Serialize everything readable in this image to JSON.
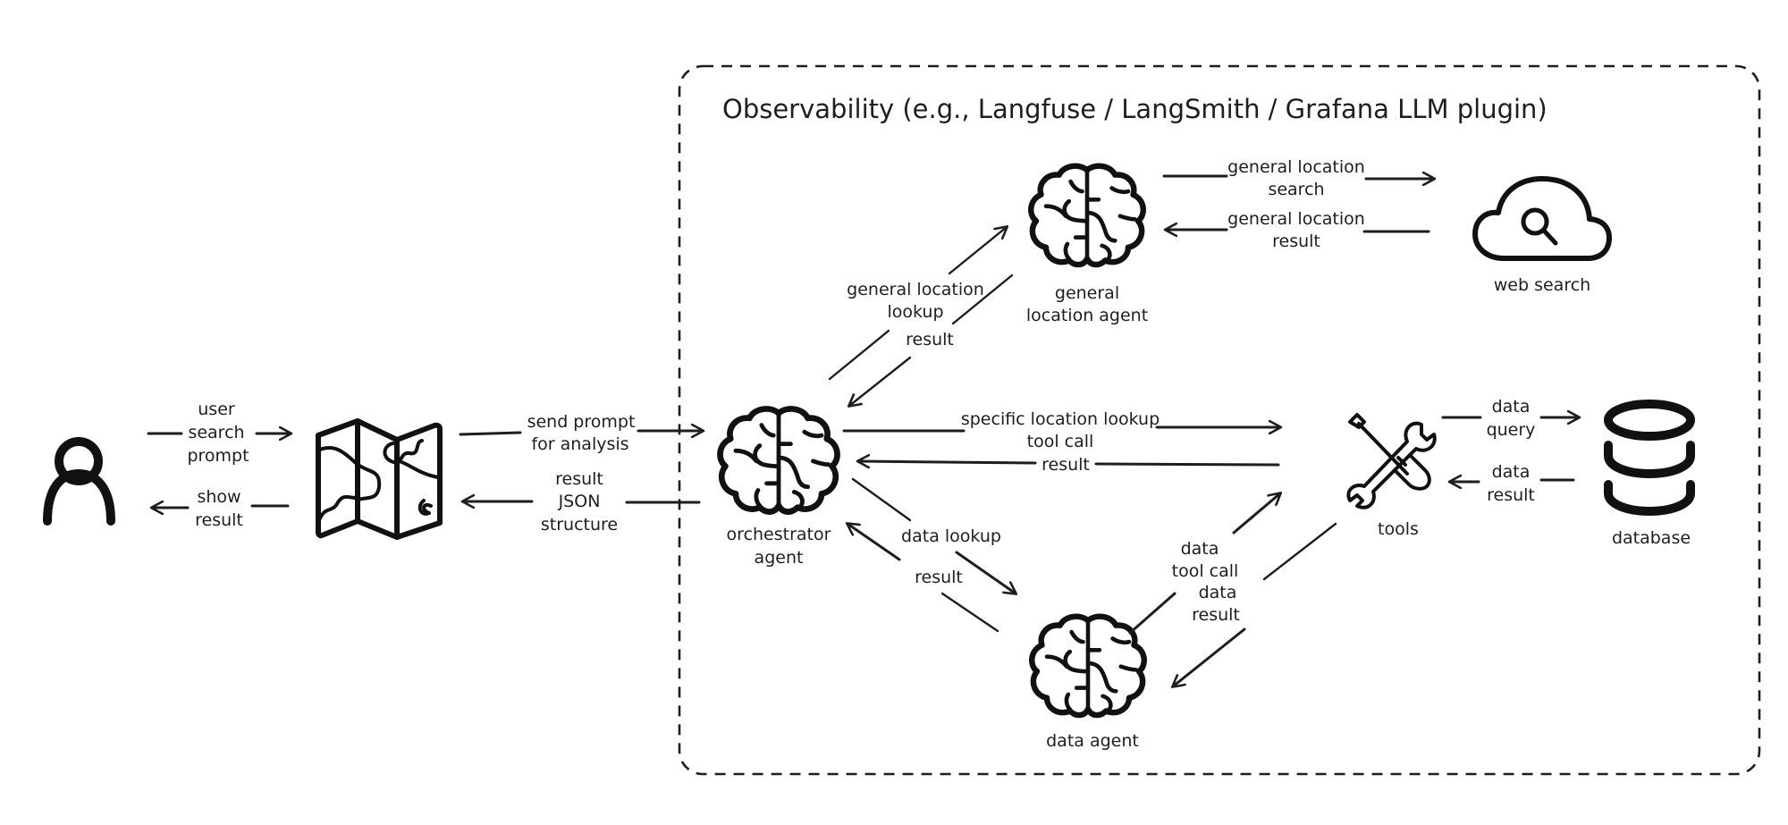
{
  "group": {
    "title": "Observability (e.g., Langfuse / LangSmith / Grafana LLM plugin)"
  },
  "nodes": {
    "user": {
      "icon": "user-icon",
      "label": ""
    },
    "map_app": {
      "icon": "map-icon",
      "label": ""
    },
    "orchestrator": {
      "icon": "brain-icon",
      "line1": "orchestrator",
      "line2": "agent"
    },
    "general_location_agent": {
      "icon": "brain-icon",
      "line1": "general",
      "line2": "location agent"
    },
    "data_agent": {
      "icon": "brain-icon",
      "line1": "data agent"
    },
    "web_search": {
      "icon": "cloud-search-icon",
      "line1": "web search"
    },
    "tools": {
      "icon": "tools-icon",
      "line1": "tools"
    },
    "database": {
      "icon": "database-icon",
      "line1": "database"
    }
  },
  "edges": {
    "user_search_prompt": [
      "user",
      "search",
      "prompt"
    ],
    "show_result": [
      "show",
      "result"
    ],
    "send_prompt": [
      "send prompt",
      "for analysis"
    ],
    "result_json": [
      "result",
      "JSON",
      "structure"
    ],
    "general_lookup": [
      "general location",
      "lookup"
    ],
    "general_result": [
      "result"
    ],
    "gl_search": [
      "general location",
      "search"
    ],
    "gl_result": [
      "general location",
      "result"
    ],
    "specific_lookup": [
      "specific location lookup",
      "tool call"
    ],
    "specific_result": [
      "result"
    ],
    "data_query": [
      "data",
      "query"
    ],
    "data_result_db": [
      "data",
      "result"
    ],
    "data_lookup": [
      "data lookup"
    ],
    "data_lookup_result": [
      "result"
    ],
    "data_tool_call": [
      "data",
      "tool call"
    ],
    "data_tool_result": [
      "data",
      "result"
    ]
  }
}
